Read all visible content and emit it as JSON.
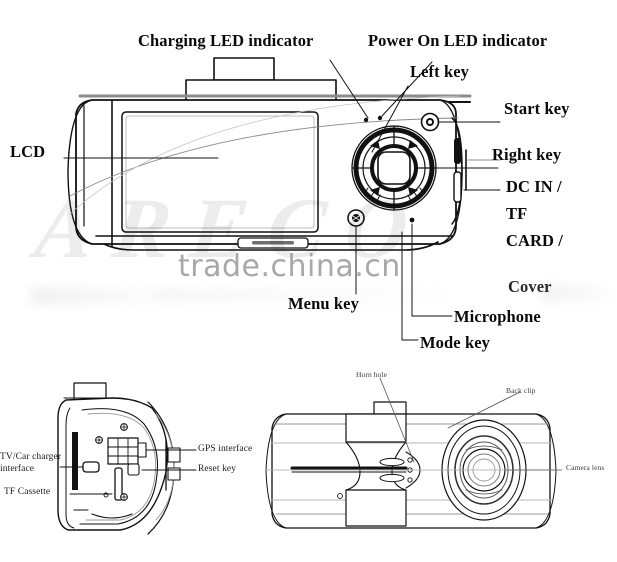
{
  "document": {
    "type": "product-diagram",
    "subject": "Car DVR dash camera",
    "background_color": "#ffffff",
    "line_color": "#111111"
  },
  "watermarks": {
    "primary": "trade.china.cn",
    "primary_color": "#9a9a9a",
    "script": "ARECO"
  },
  "views": {
    "main": {
      "name": "front-view",
      "callouts": [
        {
          "id": "charging_led",
          "label": "Charging LED indicator"
        },
        {
          "id": "power_on_led",
          "label": "Power On LED indicator"
        },
        {
          "id": "left_key",
          "label": "Left key"
        },
        {
          "id": "start_key",
          "label": "Start key"
        },
        {
          "id": "right_key",
          "label": "Right key"
        },
        {
          "id": "dc_in",
          "label": "DC IN /"
        },
        {
          "id": "tf",
          "label": "TF"
        },
        {
          "id": "card",
          "label": "CARD /"
        },
        {
          "id": "cover",
          "label": "Cover"
        },
        {
          "id": "lcd",
          "label": "LCD"
        },
        {
          "id": "menu_key",
          "label": "Menu key"
        },
        {
          "id": "microphone",
          "label": "Microphone"
        },
        {
          "id": "mode_key",
          "label": "Mode key"
        }
      ]
    },
    "side": {
      "name": "side-view",
      "callouts": [
        {
          "id": "tv_car_charger_1",
          "label": "TV/Car charger"
        },
        {
          "id": "tv_car_charger_2",
          "label": "interface"
        },
        {
          "id": "tf_cassette",
          "label": "TF Cassette"
        },
        {
          "id": "gps_interface",
          "label": "GPS interface"
        },
        {
          "id": "reset_key",
          "label": "Reset key"
        }
      ]
    },
    "back": {
      "name": "back-view",
      "callouts": [
        {
          "id": "horn_hole",
          "label": "Horn hole"
        },
        {
          "id": "back_clip",
          "label": "Back clip"
        },
        {
          "id": "camera_lens",
          "label": "Camera lens"
        }
      ]
    }
  }
}
